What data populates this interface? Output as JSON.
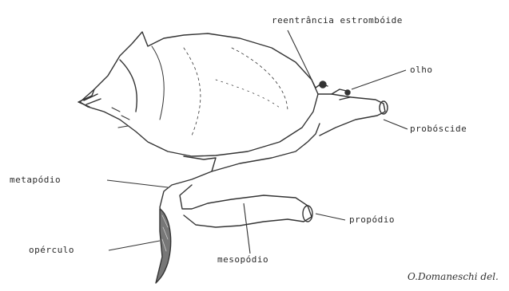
{
  "labels": {
    "reentrancia": "reentrância estrombóide",
    "olho": "olho",
    "proboscide": "probóscide",
    "metapodio": "metapódio",
    "operculo": "opérculo",
    "mesopodio": "mesopódio",
    "propodio": "propódio"
  },
  "signature": "O.Domaneschi del."
}
